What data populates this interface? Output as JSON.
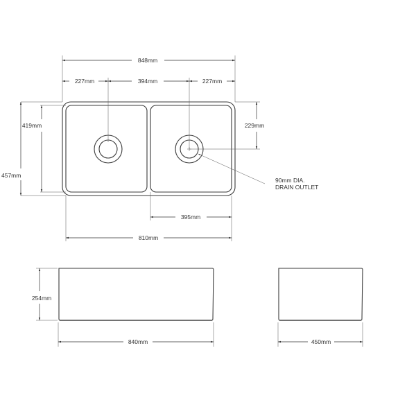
{
  "top_view": {
    "overall_width": "848mm",
    "left_edge_to_drain": "227mm",
    "drain_to_drain": "394mm",
    "drain_to_right_edge": "227mm",
    "overall_depth": "457mm",
    "bowl_depth": "419mm",
    "back_to_drain": "229mm",
    "bowl_width": "395mm",
    "inner_width": "810mm",
    "drain_note_line1": "90mm  DIA.",
    "drain_note_line2": "DRAIN OUTLET"
  },
  "front_view": {
    "height": "254mm",
    "width": "840mm"
  },
  "side_view": {
    "width": "450mm"
  }
}
